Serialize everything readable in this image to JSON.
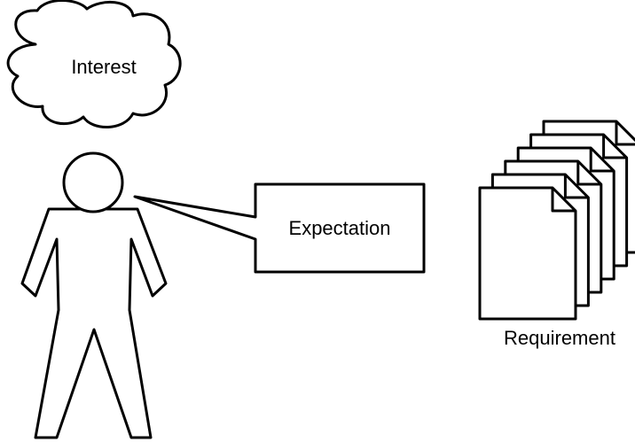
{
  "diagram": {
    "cloud_label": "Interest",
    "callout_label": "Expectation",
    "documents_label": "Requirement",
    "document_count": 6
  },
  "colors": {
    "stroke": "#000000",
    "fill": "#ffffff"
  }
}
